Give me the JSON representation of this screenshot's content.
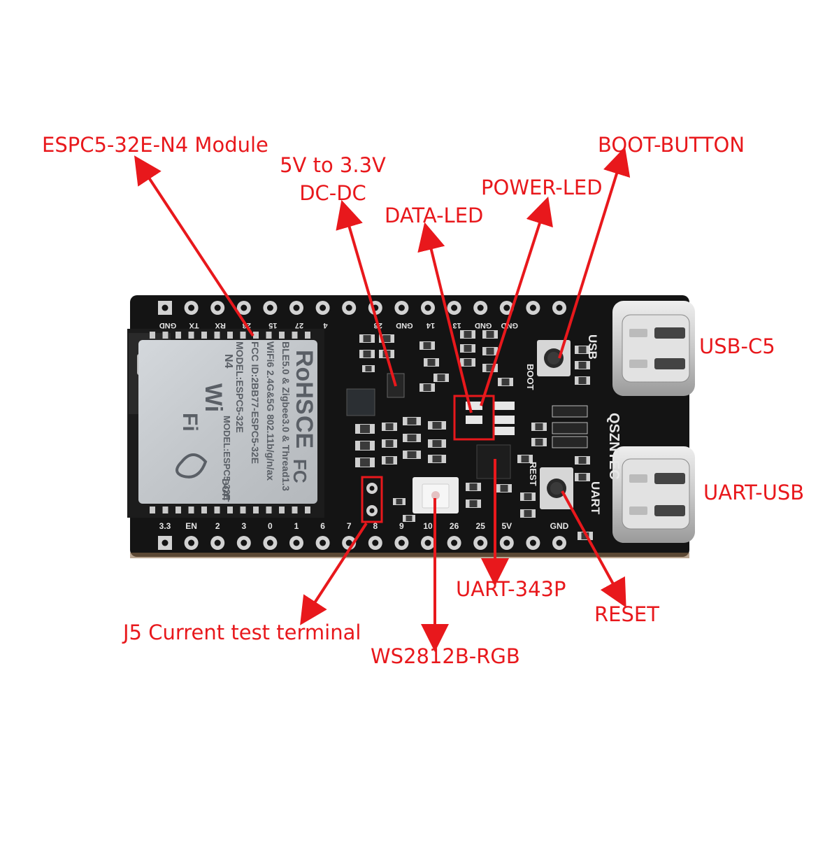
{
  "callouts": {
    "module": "ESPC5-32E-N4 Module",
    "dcdc_line1": "5V to 3.3V",
    "dcdc_line2": "DC-DC",
    "data_led": "DATA-LED",
    "power_led": "POWER-LED",
    "boot_button": "BOOT-BUTTON",
    "usb_c5": "USB-C5",
    "uart_usb": "UART-USB",
    "uart_343p": "UART-343P",
    "reset": "RESET",
    "j5": "J5 Current test terminal",
    "ws2812b": "WS2812B-RGB"
  },
  "colors": {
    "callout_red": "#e8181c",
    "board": "#141414",
    "silkscreen": "#e6e6e6",
    "module_shield": "#c8ccd0",
    "pad": "#d8d8d8"
  },
  "board": {
    "pins_top": [
      "GND",
      "TX",
      "RX",
      "23",
      "15",
      "27",
      "4",
      "",
      "28",
      "GND",
      "14",
      "13",
      "GND",
      "GND"
    ],
    "pins_bottom": [
      "3.3",
      "EN",
      "2",
      "3",
      "0",
      "1",
      "6",
      "7",
      "8",
      "9",
      "10",
      "26",
      "25",
      "5V",
      "",
      "GND"
    ],
    "brand": "QSZNTEC",
    "port_label_usb": "USB",
    "port_label_uart": "UART",
    "button_label_boot": "BOOT",
    "button_label_reset": "REST"
  },
  "module": {
    "wifi_logo_left": "Wi",
    "wifi_logo_right": "Fi",
    "cert_ce": "CE",
    "cert_rohs": "RoHS",
    "cert_fc": "FC",
    "model_line": "MODEL:ESPC5-32E",
    "fcc_line": "FCC ID:2BB77-ESPC5-32E",
    "wifi_line": "WiFi6 2.4G&5G 802.11b/g/n/ax",
    "ble_line": "BLE5.0 & Zigbee3.0 & Thread1.3",
    "brand": "DOIT",
    "variant": "N4",
    "small_model": "MODEL:ESPC5-32E"
  }
}
